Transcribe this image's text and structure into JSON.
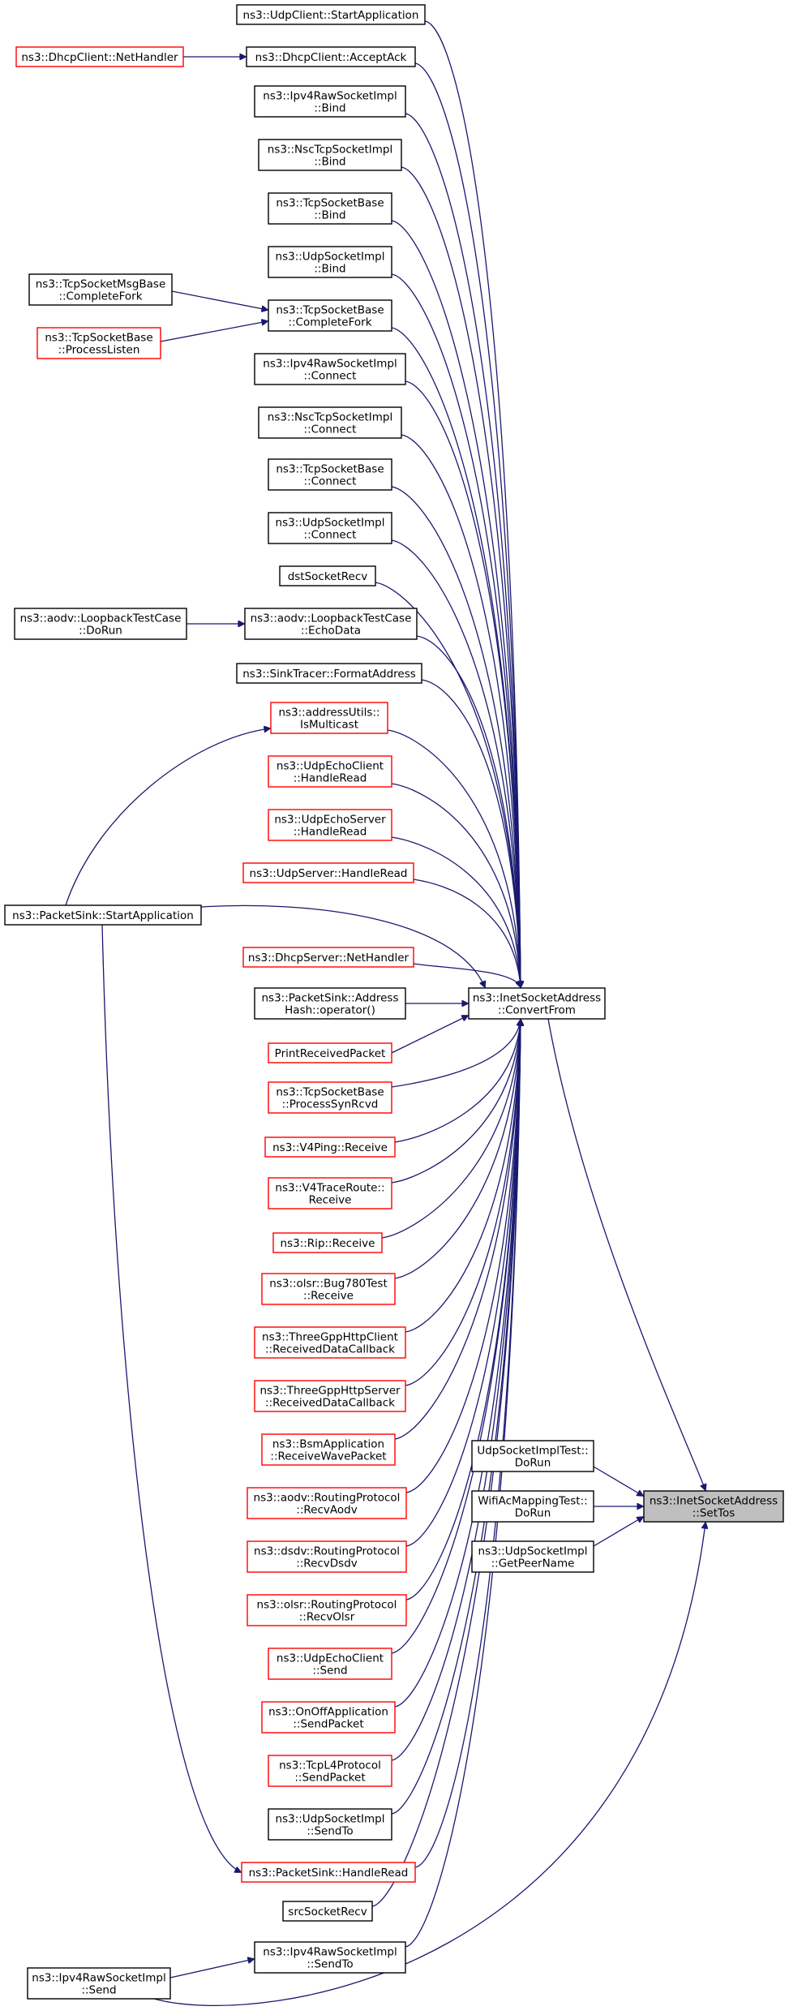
{
  "diagram": {
    "type": "call-graph",
    "colors": {
      "edge": "#191970",
      "black_border": "#000000",
      "red_border": "#ff0000",
      "focus_fill": "#bfbfbf"
    },
    "nodes": [
      {
        "id": "udpclient-start",
        "lines": [
          "ns3::UdpClient::StartApplication"
        ],
        "border": "black"
      },
      {
        "id": "dhcpclient-nethandler",
        "lines": [
          "ns3::DhcpClient::NetHandler"
        ],
        "border": "red"
      },
      {
        "id": "dhcpclient-acceptack",
        "lines": [
          "ns3::DhcpClient::AcceptAck"
        ],
        "border": "black"
      },
      {
        "id": "ipv4raw-bind",
        "lines": [
          "ns3::Ipv4RawSocketImpl",
          "::Bind"
        ],
        "border": "black"
      },
      {
        "id": "nsctcp-bind",
        "lines": [
          "ns3::NscTcpSocketImpl",
          "::Bind"
        ],
        "border": "black"
      },
      {
        "id": "tcpbase-bind",
        "lines": [
          "ns3::TcpSocketBase",
          "::Bind"
        ],
        "border": "black"
      },
      {
        "id": "udpsock-bind",
        "lines": [
          "ns3::UdpSocketImpl",
          "::Bind"
        ],
        "border": "black"
      },
      {
        "id": "tcpmsgbase-completefork",
        "lines": [
          "ns3::TcpSocketMsgBase",
          "::CompleteFork"
        ],
        "border": "black"
      },
      {
        "id": "tcpbase-processlisten",
        "lines": [
          "ns3::TcpSocketBase",
          "::ProcessListen"
        ],
        "border": "red"
      },
      {
        "id": "tcpbase-completefork",
        "lines": [
          "ns3::TcpSocketBase",
          "::CompleteFork"
        ],
        "border": "black"
      },
      {
        "id": "ipv4raw-connect",
        "lines": [
          "ns3::Ipv4RawSocketImpl",
          "::Connect"
        ],
        "border": "black"
      },
      {
        "id": "nsctcp-connect",
        "lines": [
          "ns3::NscTcpSocketImpl",
          "::Connect"
        ],
        "border": "black"
      },
      {
        "id": "tcpbase-connect",
        "lines": [
          "ns3::TcpSocketBase",
          "::Connect"
        ],
        "border": "black"
      },
      {
        "id": "udpsock-connect",
        "lines": [
          "ns3::UdpSocketImpl",
          "::Connect"
        ],
        "border": "black"
      },
      {
        "id": "dstsocketrecv",
        "lines": [
          "dstSocketRecv"
        ],
        "border": "black"
      },
      {
        "id": "aodv-loopback-dorun",
        "lines": [
          "ns3::aodv::LoopbackTestCase",
          "::DoRun"
        ],
        "border": "black"
      },
      {
        "id": "aodv-loopback-echodata",
        "lines": [
          "ns3::aodv::LoopbackTestCase",
          "::EchoData"
        ],
        "border": "black"
      },
      {
        "id": "sinktracer-format",
        "lines": [
          "ns3::SinkTracer::FormatAddress"
        ],
        "border": "black"
      },
      {
        "id": "addressutils-ismulticast",
        "lines": [
          "ns3::addressUtils::",
          "IsMulticast"
        ],
        "border": "red"
      },
      {
        "id": "udpechoclient-handleread",
        "lines": [
          "ns3::UdpEchoClient",
          "::HandleRead"
        ],
        "border": "red"
      },
      {
        "id": "udpechoserver-handleread",
        "lines": [
          "ns3::UdpEchoServer",
          "::HandleRead"
        ],
        "border": "red"
      },
      {
        "id": "udpserver-handleread",
        "lines": [
          "ns3::UdpServer::HandleRead"
        ],
        "border": "red"
      },
      {
        "id": "packetsink-start",
        "lines": [
          "ns3::PacketSink::StartApplication"
        ],
        "border": "black"
      },
      {
        "id": "dhcpserver-nethandler",
        "lines": [
          "ns3::DhcpServer::NetHandler"
        ],
        "border": "red"
      },
      {
        "id": "packetsink-addresshash",
        "lines": [
          "ns3::PacketSink::Address",
          "Hash::operator()"
        ],
        "border": "black"
      },
      {
        "id": "inet-convertfrom",
        "lines": [
          "ns3::InetSocketAddress",
          "::ConvertFrom"
        ],
        "border": "black"
      },
      {
        "id": "printreceivedpacket",
        "lines": [
          "PrintReceivedPacket"
        ],
        "border": "red"
      },
      {
        "id": "tcpbase-processsynrcvd",
        "lines": [
          "ns3::TcpSocketBase",
          "::ProcessSynRcvd"
        ],
        "border": "red"
      },
      {
        "id": "v4ping-receive",
        "lines": [
          "ns3::V4Ping::Receive"
        ],
        "border": "red"
      },
      {
        "id": "v4traceroute-receive",
        "lines": [
          "ns3::V4TraceRoute::",
          "Receive"
        ],
        "border": "red"
      },
      {
        "id": "rip-receive",
        "lines": [
          "ns3::Rip::Receive"
        ],
        "border": "red"
      },
      {
        "id": "olsr-bug780-receive",
        "lines": [
          "ns3::olsr::Bug780Test",
          "::Receive"
        ],
        "border": "red"
      },
      {
        "id": "threegpp-client-rdc",
        "lines": [
          "ns3::ThreeGppHttpClient",
          "::ReceivedDataCallback"
        ],
        "border": "red"
      },
      {
        "id": "threegpp-server-rdc",
        "lines": [
          "ns3::ThreeGppHttpServer",
          "::ReceivedDataCallback"
        ],
        "border": "red"
      },
      {
        "id": "bsmapp-receivewave",
        "lines": [
          "ns3::BsmApplication",
          "::ReceiveWavePacket"
        ],
        "border": "red"
      },
      {
        "id": "udpsockimpltest-dorun",
        "lines": [
          "UdpSocketImplTest::",
          "DoRun"
        ],
        "border": "black"
      },
      {
        "id": "wifiacmapping-dorun",
        "lines": [
          "WifiAcMappingTest::",
          "DoRun"
        ],
        "border": "black"
      },
      {
        "id": "inet-settos",
        "lines": [
          "ns3::InetSocketAddress",
          "::SetTos"
        ],
        "border": "focus"
      },
      {
        "id": "udpsock-getpeername",
        "lines": [
          "ns3::UdpSocketImpl",
          "::GetPeerName"
        ],
        "border": "black"
      },
      {
        "id": "aodv-recvaodv",
        "lines": [
          "ns3::aodv::RoutingProtocol",
          "::RecvAodv"
        ],
        "border": "red"
      },
      {
        "id": "dsdv-recvdsdv",
        "lines": [
          "ns3::dsdv::RoutingProtocol",
          "::RecvDsdv"
        ],
        "border": "red"
      },
      {
        "id": "olsr-recvolsr",
        "lines": [
          "ns3::olsr::RoutingProtocol",
          "::RecvOlsr"
        ],
        "border": "red"
      },
      {
        "id": "udpechoclient-send",
        "lines": [
          "ns3::UdpEchoClient",
          "::Send"
        ],
        "border": "red"
      },
      {
        "id": "onoff-sendpacket",
        "lines": [
          "ns3::OnOffApplication",
          "::SendPacket"
        ],
        "border": "red"
      },
      {
        "id": "tcpl4-sendpacket",
        "lines": [
          "ns3::TcpL4Protocol",
          "::SendPacket"
        ],
        "border": "red"
      },
      {
        "id": "udpsock-sendto",
        "lines": [
          "ns3::UdpSocketImpl",
          "::SendTo"
        ],
        "border": "black"
      },
      {
        "id": "packetsink-handleread",
        "lines": [
          "ns3::PacketSink::HandleRead"
        ],
        "border": "red"
      },
      {
        "id": "srcsocketrecv",
        "lines": [
          "srcSocketRecv"
        ],
        "border": "black"
      },
      {
        "id": "ipv4raw-sendto",
        "lines": [
          "ns3::Ipv4RawSocketImpl",
          "::SendTo"
        ],
        "border": "black"
      },
      {
        "id": "ipv4raw-send",
        "lines": [
          "ns3::Ipv4RawSocketImpl",
          "::Send"
        ],
        "border": "black"
      }
    ]
  }
}
